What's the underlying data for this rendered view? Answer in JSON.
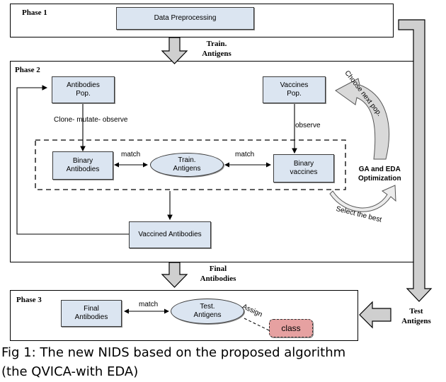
{
  "phases": {
    "phase1": "Phase 1",
    "phase2": "Phase 2",
    "phase3": "Phase 3"
  },
  "nodes": {
    "data_preprocessing": "Data Preprocessing",
    "antibodies_pop": "Antibodies\nPop.",
    "vaccines_pop": "Vaccines\nPop.",
    "binary_antibodies": "Binary\nAntibodies",
    "train_antigens": "Train.\nAntigens",
    "binary_vaccines": "Binary\nvaccines",
    "vaccined_antibodies": "Vaccined Antibodies",
    "final_antibodies": "Final\nAntibodies",
    "test_antigens": "Test.\nAntigens",
    "class": "class"
  },
  "edge_labels": {
    "clone_mutate_observe": "Clone- mutate- observe",
    "observe": "observe",
    "match_left": "match",
    "match_right": "match",
    "match_phase3": "match",
    "assign": "Assign",
    "choose_next_pop": "Choose next pop.",
    "select_the_best": "Select the best",
    "ga_eda_optimization": "GA and EDA\nOptimization"
  },
  "flow_labels": {
    "train_antigens": "Train.\nAntigens",
    "final_antibodies": "Final\nAntibodies",
    "test_antigens": "Test\nAntigens"
  },
  "caption": {
    "line1": "Fig 1: The new NIDS based on the proposed algorithm",
    "line2": "(the QVICA-with EDA)"
  }
}
